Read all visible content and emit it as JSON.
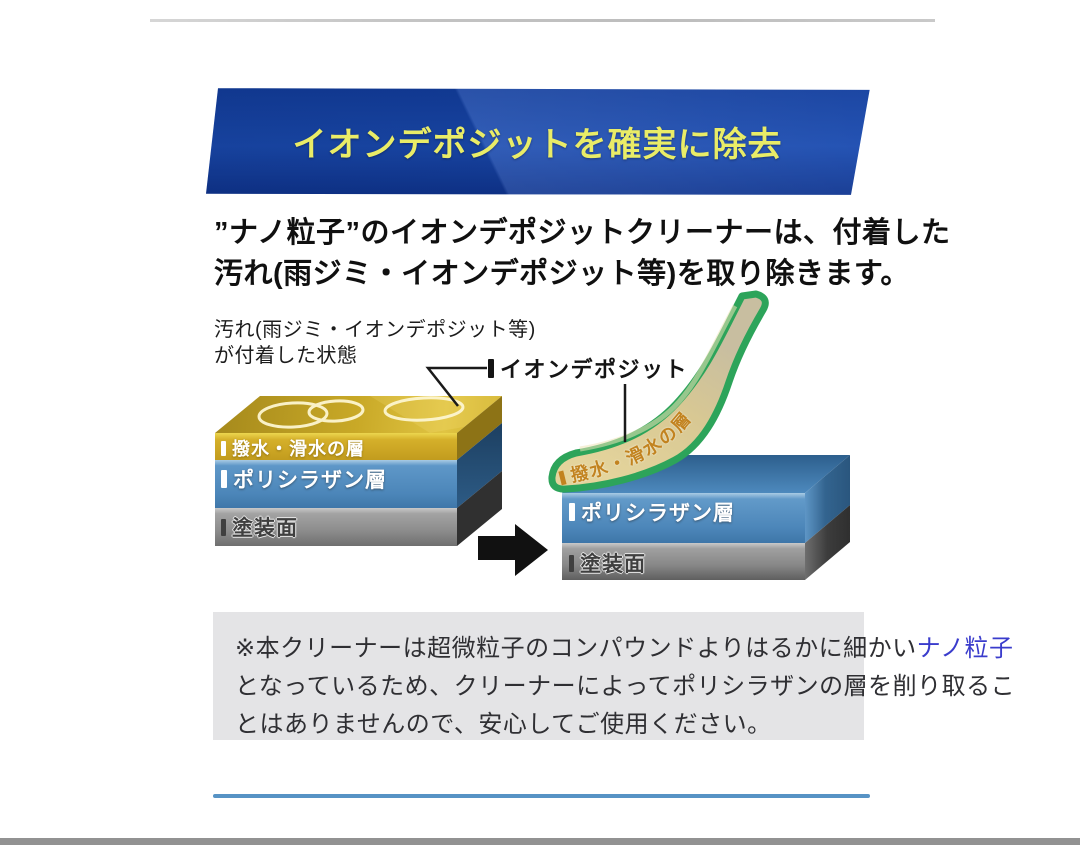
{
  "banner": {
    "title": "イオンデポジットを確実に除去"
  },
  "intro": {
    "line1": "”ナノ粒子”のイオンデポジットクリーナーは、付着した",
    "line2": "汚れ(雨ジミ・イオンデポジット等)を取り除きます。"
  },
  "diagram": {
    "caption_line1": "汚れ(雨ジミ・イオンデポジット等)",
    "caption_line2": "が付着した状態",
    "callout_label": "イオンデポジット",
    "layers": {
      "hassui": "撥水・滑水の層",
      "poly": "ポリシラザン層",
      "tosou": "塗装面"
    }
  },
  "note": {
    "line1_text": "※本クリーナーは超微粒子のコンパウンドよりはるかに細かい",
    "line1_link": "ナノ粒子",
    "line2": "となっているため、クリーナーによってポリシラザンの層を削り取るこ",
    "line3": "とはありませんので、安心してご使用ください。"
  },
  "colors": {
    "banner_blue": "#1a4bb0",
    "headline_yellow": "#e9ec67",
    "hassui_gold": "#d2ad28",
    "polysilazane_blue": "#5e97c8",
    "paint_gray": "#9a9a9a",
    "peel_outline_green": "#2da45a",
    "peel_tan": "#d8c893",
    "nano_link_blue": "#3a3ccc",
    "divider_blue": "#5793c5"
  }
}
